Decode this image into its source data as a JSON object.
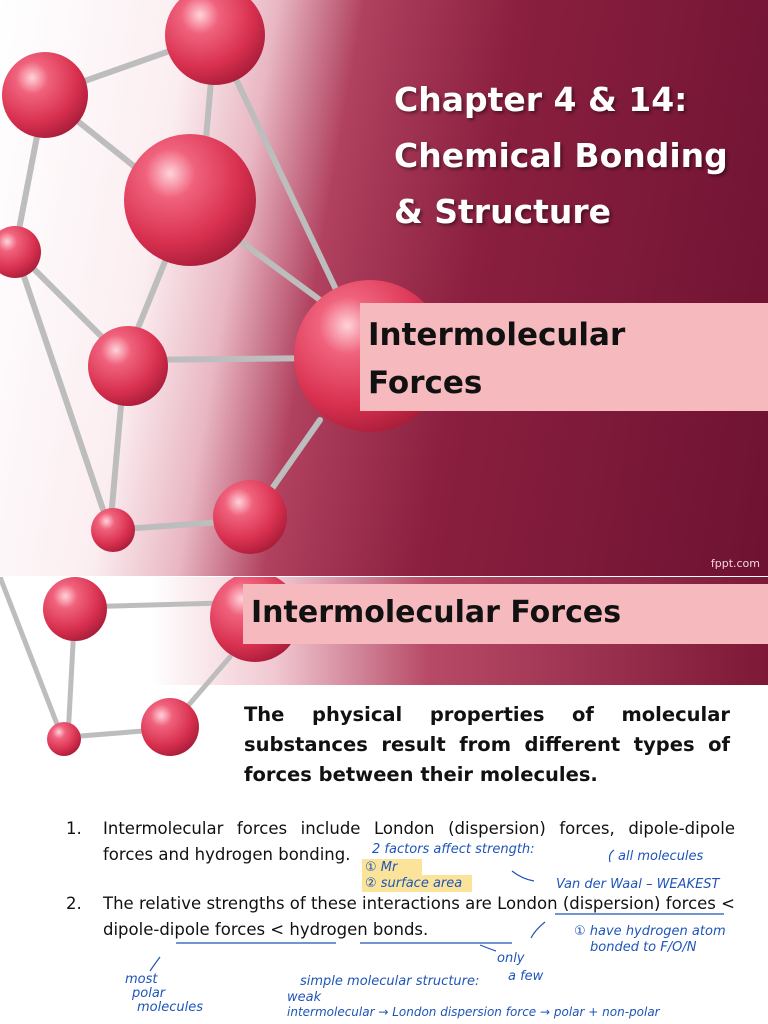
{
  "slide1": {
    "title_lines": [
      "Chapter 4 & 14:",
      "Chemical Bonding",
      "& Structure"
    ],
    "subtitle_lines": [
      "Intermolecular",
      "Forces"
    ],
    "credit": "fppt.com"
  },
  "slide2": {
    "title": "Intermolecular Forces",
    "intro": "The physical properties of molecular substances result from different types of forces between their molecules.",
    "items": [
      {
        "num": "1.",
        "text": "Intermolecular forces include London (dispersion) forces, dipole-dipole forces and hydrogen bonding."
      },
      {
        "num": "2.",
        "text": "The relative strengths of these interactions are London (dispersion) forces < dipole-dipole forces < hydrogen bonds."
      }
    ],
    "handwritten": {
      "factors": "2 factors affect strength:",
      "mr": "① Mr",
      "surface": "② surface area",
      "all_molecules": "all molecules",
      "vdw": "Van der Waal – WEAKEST",
      "hydrogen_1": "① have hydrogen atom",
      "hydrogen_2": "bonded to F/O/N",
      "only": "only",
      "few": "a few",
      "most": "most",
      "polar": "polar",
      "molecules": "molecules",
      "simple": "simple molecular structure:",
      "weak": "weak",
      "chain": "intermolecular → London dispersion force → polar + non-polar"
    }
  },
  "colors": {
    "title_text": "#ffffff",
    "box_pink": "#f6b9bd",
    "wine": "#8a1f3f",
    "sphere": "#e0445f",
    "ink_blue": "#1f55b8",
    "highlight": "#fbe49a"
  }
}
